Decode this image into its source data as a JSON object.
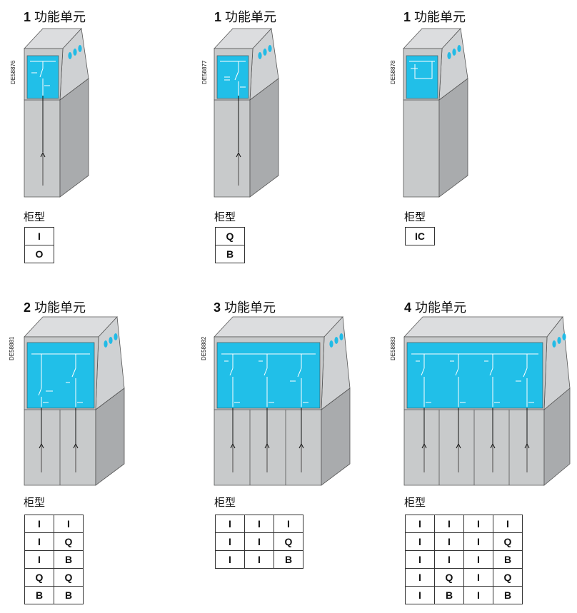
{
  "colors": {
    "screen": "#21bfe8",
    "panel_front": "#c8cacb",
    "panel_side": "#a9abad",
    "panel_top": "#dcdddf",
    "panel_upper_side": "#cfd1d3",
    "knob": "#22bbe6",
    "rod": "#8a8a8a"
  },
  "panels": [
    {
      "num": "1",
      "title": "功能单元",
      "code": "DE58876",
      "subtitle": "柜型",
      "rows": [
        [
          "I"
        ],
        [
          "O"
        ]
      ]
    },
    {
      "num": "1",
      "title": "功能单元",
      "code": "DE58877",
      "subtitle": "柜型",
      "rows": [
        [
          "Q"
        ],
        [
          "B"
        ]
      ]
    },
    {
      "num": "1",
      "title": "功能单元",
      "code": "DE58878",
      "subtitle": "柜型",
      "rows": [
        [
          "IC"
        ]
      ]
    },
    {
      "num": "2",
      "title": "功能单元",
      "code": "DE58881",
      "subtitle": "柜型",
      "rows": [
        [
          "I",
          "I"
        ],
        [
          "I",
          "Q"
        ],
        [
          "I",
          "B"
        ],
        [
          "Q",
          "Q"
        ],
        [
          "B",
          "B"
        ]
      ]
    },
    {
      "num": "3",
      "title": "功能单元",
      "code": "DE58882",
      "subtitle": "柜型",
      "rows": [
        [
          "I",
          "I",
          "I"
        ],
        [
          "I",
          "I",
          "Q"
        ],
        [
          "I",
          "I",
          "B"
        ]
      ]
    },
    {
      "num": "4",
      "title": "功能单元",
      "code": "DE58883",
      "subtitle": "柜型",
      "rows": [
        [
          "I",
          "I",
          "I",
          "I"
        ],
        [
          "I",
          "I",
          "I",
          "Q"
        ],
        [
          "I",
          "I",
          "I",
          "B"
        ],
        [
          "I",
          "Q",
          "I",
          "Q"
        ],
        [
          "I",
          "B",
          "I",
          "B"
        ]
      ]
    }
  ]
}
